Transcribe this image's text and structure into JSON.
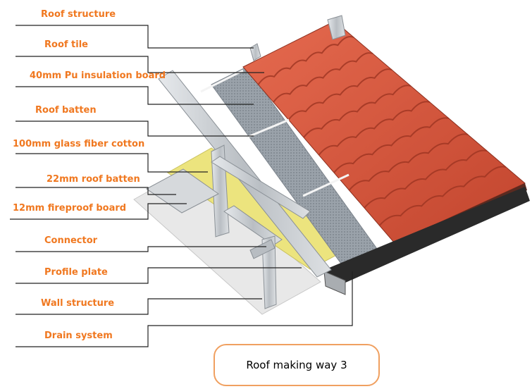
{
  "colors": {
    "label": "#f07820",
    "leader": "#222222",
    "tile": "#d5533a",
    "tile_shadow": "#a33a25",
    "steel": "#c9cdd1",
    "insulation": "#e9e27a",
    "pu_board": "#8c949c"
  },
  "labels": [
    "Roof structure",
    "Roof tile",
    "40mm Pu insulation board",
    "Roof batten",
    "100mm glass fiber cotton",
    "22mm roof batten",
    "12mm fireproof board",
    "Connector",
    "Profile plate",
    "Wall structure",
    "Drain system"
  ],
  "caption": "Roof making way 3"
}
